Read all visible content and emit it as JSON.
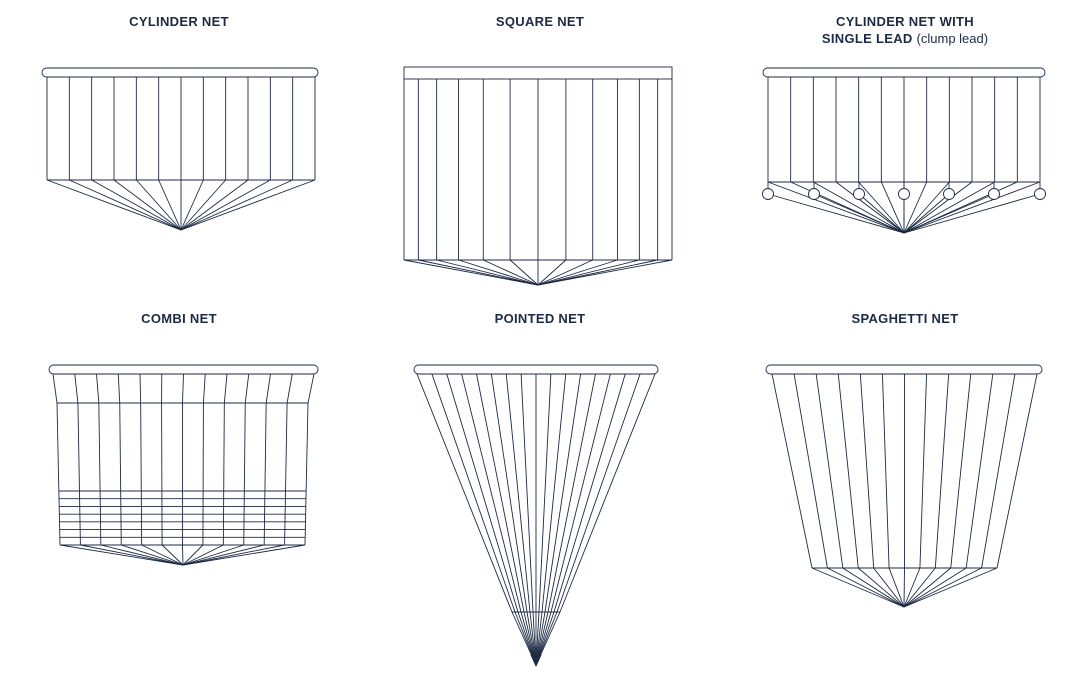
{
  "colors": {
    "ink": "#1d2a44",
    "background": "#ffffff"
  },
  "nets": [
    {
      "id": "cylinder",
      "title": "CYLINDER NET"
    },
    {
      "id": "square",
      "title": "SQUARE NET"
    },
    {
      "id": "cylinder-lead",
      "title_line1": "CYLINDER NET WITH",
      "title_line2": "SINGLE LEAD",
      "title_line2_suffix": "(clump lead)"
    },
    {
      "id": "combi",
      "title": "COMBI NET"
    },
    {
      "id": "pointed",
      "title": "POINTED NET"
    },
    {
      "id": "spaghetti",
      "title": "SPAGHETTI NET"
    }
  ]
}
